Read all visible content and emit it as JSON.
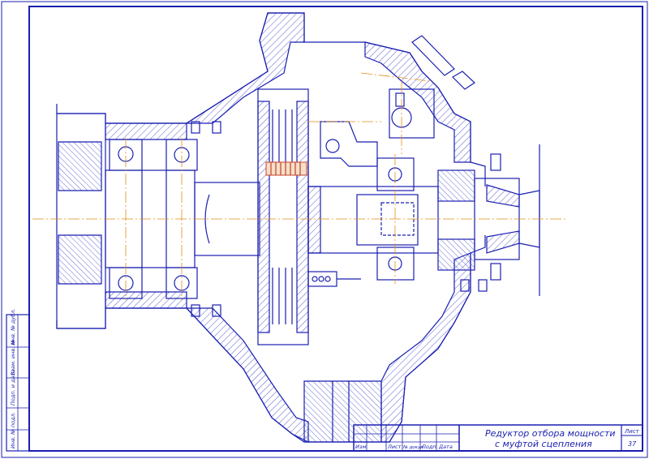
{
  "title_block": {
    "title_line1": "Редуктор отбора мощности",
    "title_line2": "с муфтой сцепления",
    "sheet_label": "Лист",
    "sheet_number": "37",
    "col_headers": [
      "Изм",
      "Лист",
      "№ докум.",
      "Подп",
      "Дата"
    ]
  },
  "side_stamp": {
    "labels": [
      "Инв. № подл.",
      "Подп. и дата",
      "Взам. инв. №",
      "Инв. № дубл.",
      "Подп. и дата"
    ]
  },
  "colors": {
    "line": "#1a1fb0",
    "axis": "#e0901a",
    "hatch": "#2b30c0"
  }
}
